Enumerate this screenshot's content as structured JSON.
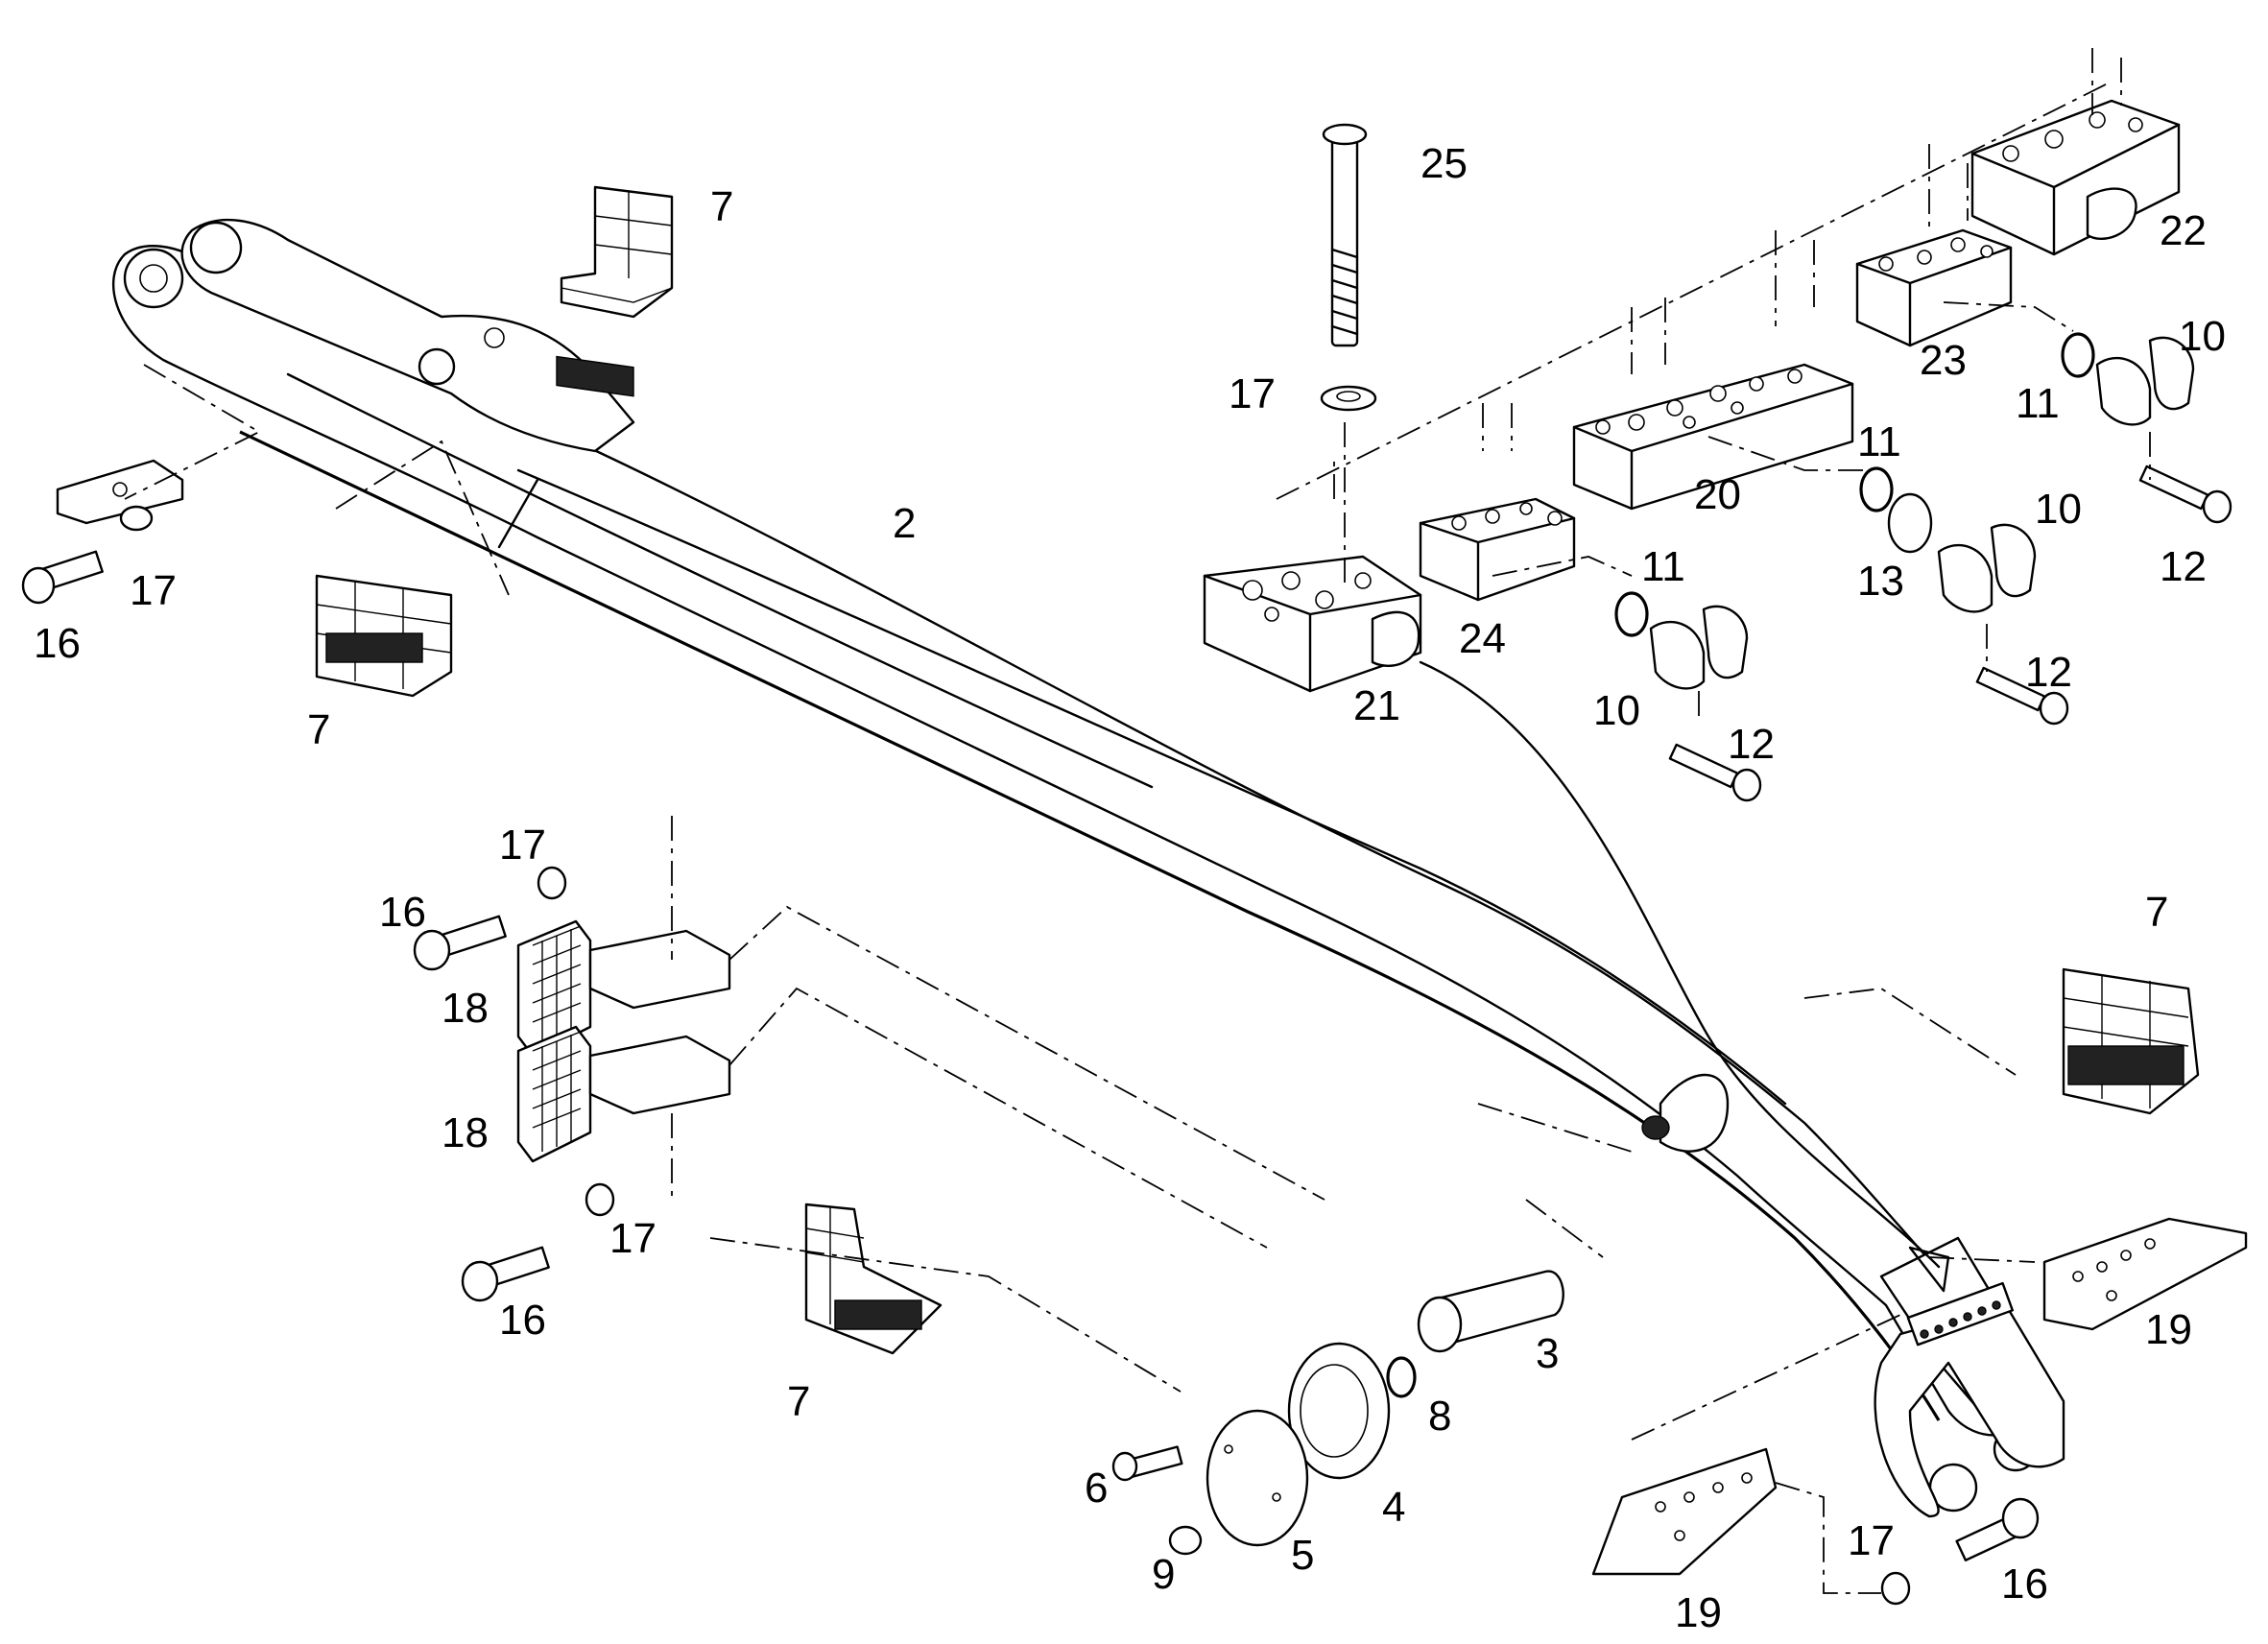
{
  "diagram": {
    "part_labels": {
      "n2": "2",
      "n3": "3",
      "n4": "4",
      "n5": "5",
      "n6": "6",
      "n7": "7",
      "n8": "8",
      "n9": "9",
      "n10": "10",
      "n11": "11",
      "n12": "12",
      "n13": "13",
      "n16": "16",
      "n17": "17",
      "n18": "18",
      "n19": "19",
      "n20": "20",
      "n21": "21",
      "n22": "22",
      "n23": "23",
      "n24": "24",
      "n25": "25"
    }
  }
}
